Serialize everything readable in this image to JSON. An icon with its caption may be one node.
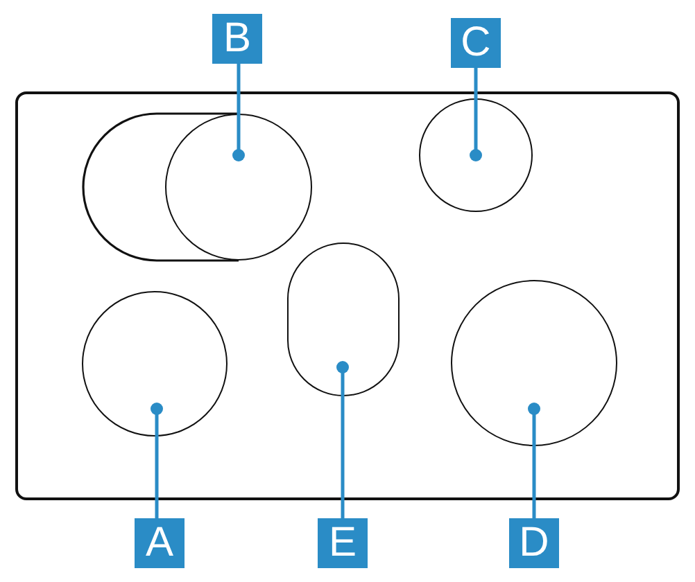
{
  "diagram": {
    "nodes": [
      {
        "text": [
          "B"
        ]
      },
      {
        "text": [
          "C"
        ]
      },
      {
        "text": [],
        "shape": "circle"
      },
      {
        "text": [],
        "shape": "circle"
      },
      {
        "text": [],
        "shape": "circle"
      },
      {
        "text": [],
        "shape": "oval"
      },
      {
        "text": [],
        "shape": "circle"
      },
      {
        "text": [
          "A"
        ]
      },
      {
        "text": [
          "E"
        ]
      },
      {
        "text": [
          "D"
        ]
      }
    ],
    "edges": [
      {
        "from": 0,
        "to": 2,
        "arrow": "other"
      },
      {
        "from": 1,
        "to": 3,
        "arrow": "other"
      },
      {
        "from": 7,
        "to": 4,
        "arrow": "other"
      },
      {
        "from": 8,
        "to": 5,
        "arrow": "other"
      },
      {
        "from": 9,
        "to": 6,
        "arrow": "other"
      }
    ]
  }
}
